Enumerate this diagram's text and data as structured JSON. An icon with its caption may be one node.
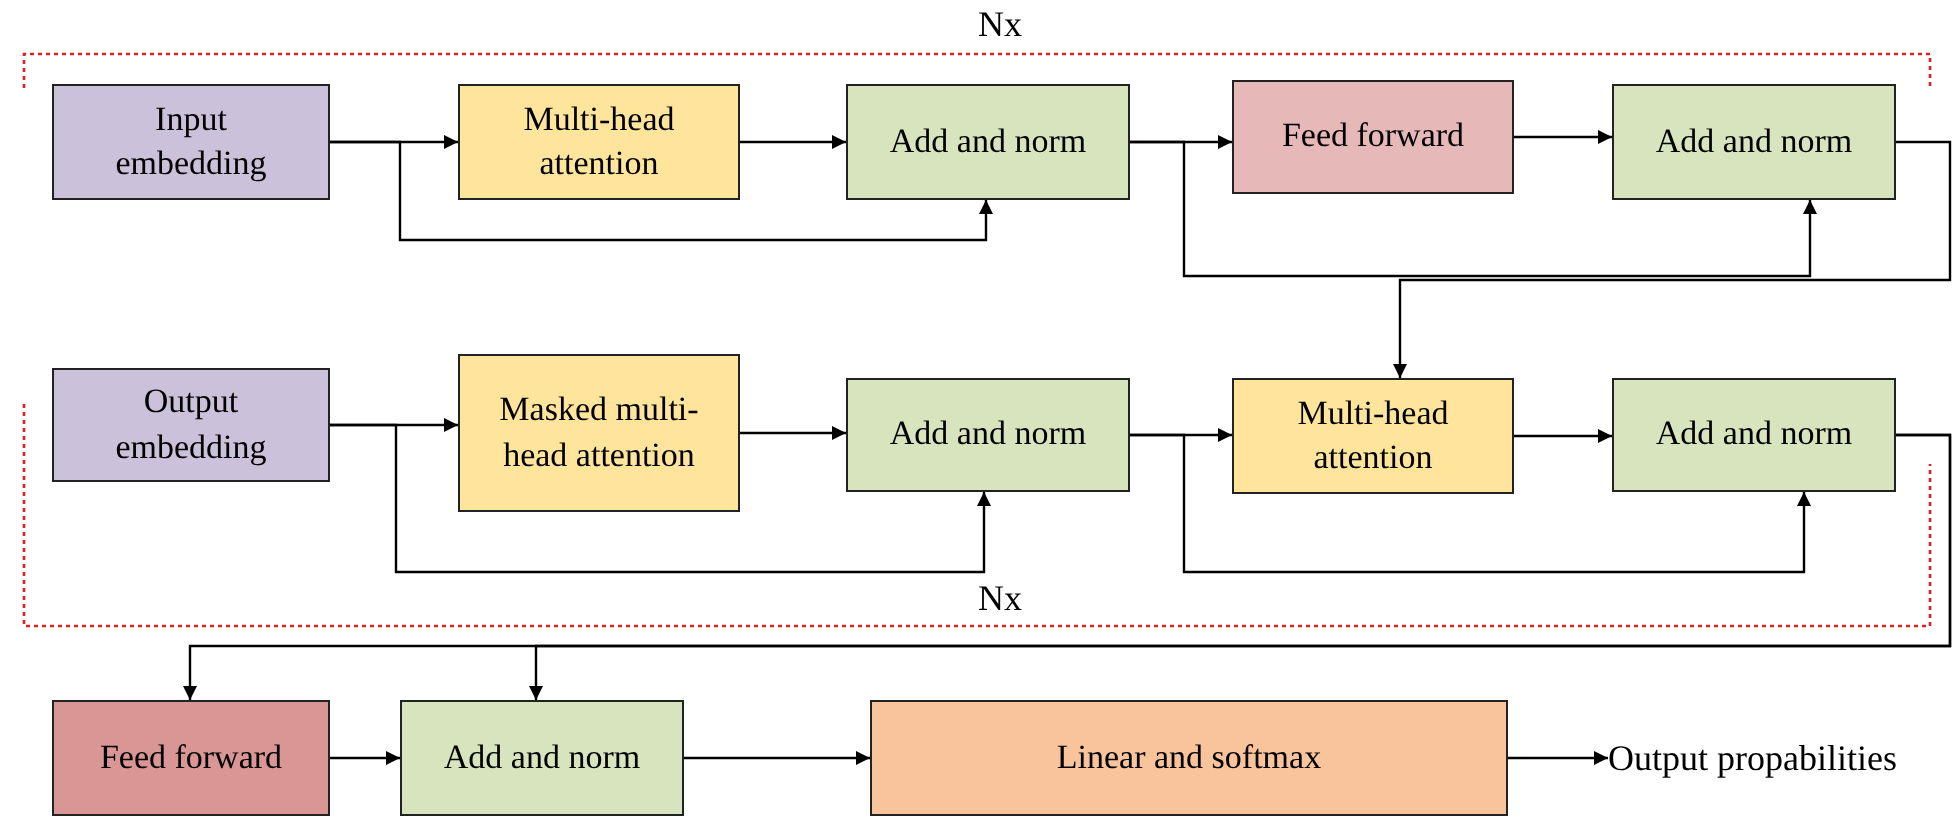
{
  "diagram": {
    "nodes": [
      {
        "text": [
          "Input embedding"
        ]
      },
      {
        "text": [
          "Multi-head attention"
        ]
      },
      {
        "text": [
          "Add and norm"
        ]
      },
      {
        "text": [
          "Feed forward"
        ]
      },
      {
        "text": [
          "Add and norm"
        ]
      },
      {
        "text": [
          "Output embedding"
        ]
      },
      {
        "text": [
          "Masked multi-head attention"
        ]
      },
      {
        "text": [
          "Add and norm"
        ]
      },
      {
        "text": [
          "Multi-head attention"
        ]
      },
      {
        "text": [
          "Add and norm"
        ]
      },
      {
        "text": [
          "Feed forward"
        ]
      },
      {
        "text": [
          "Add and norm"
        ]
      },
      {
        "text": [
          "Linear and softmax"
        ]
      },
      {
        "text": [
          "Output propabilities"
        ]
      }
    ],
    "edges": [
      {
        "from": 0,
        "to": 1,
        "arrow": "to"
      },
      {
        "from": 0,
        "to": 2,
        "arrow": "to"
      },
      {
        "from": 1,
        "to": 2,
        "arrow": "to"
      },
      {
        "from": 2,
        "to": 3,
        "arrow": "to"
      },
      {
        "from": 2,
        "to": 4,
        "arrow": "to"
      },
      {
        "from": 3,
        "to": 4,
        "arrow": "to"
      },
      {
        "from": 4,
        "to": 8,
        "arrow": "to"
      },
      {
        "from": 5,
        "to": 6,
        "arrow": "to"
      },
      {
        "from": 5,
        "to": 7,
        "arrow": "to"
      },
      {
        "from": 6,
        "to": 7,
        "arrow": "to"
      },
      {
        "from": 7,
        "to": 8,
        "arrow": "to"
      },
      {
        "from": 7,
        "to": 9,
        "arrow": "to"
      },
      {
        "from": 8,
        "to": 9,
        "arrow": "to"
      },
      {
        "from": 9,
        "to": 10,
        "arrow": "to"
      },
      {
        "from": 9,
        "to": 11,
        "arrow": "to"
      },
      {
        "from": 10,
        "to": 11,
        "arrow": "to"
      },
      {
        "from": 11,
        "to": 12,
        "arrow": "to"
      },
      {
        "from": 12,
        "to": 13,
        "arrow": "to"
      }
    ],
    "labels": [
      "Nx",
      "Nx"
    ]
  }
}
